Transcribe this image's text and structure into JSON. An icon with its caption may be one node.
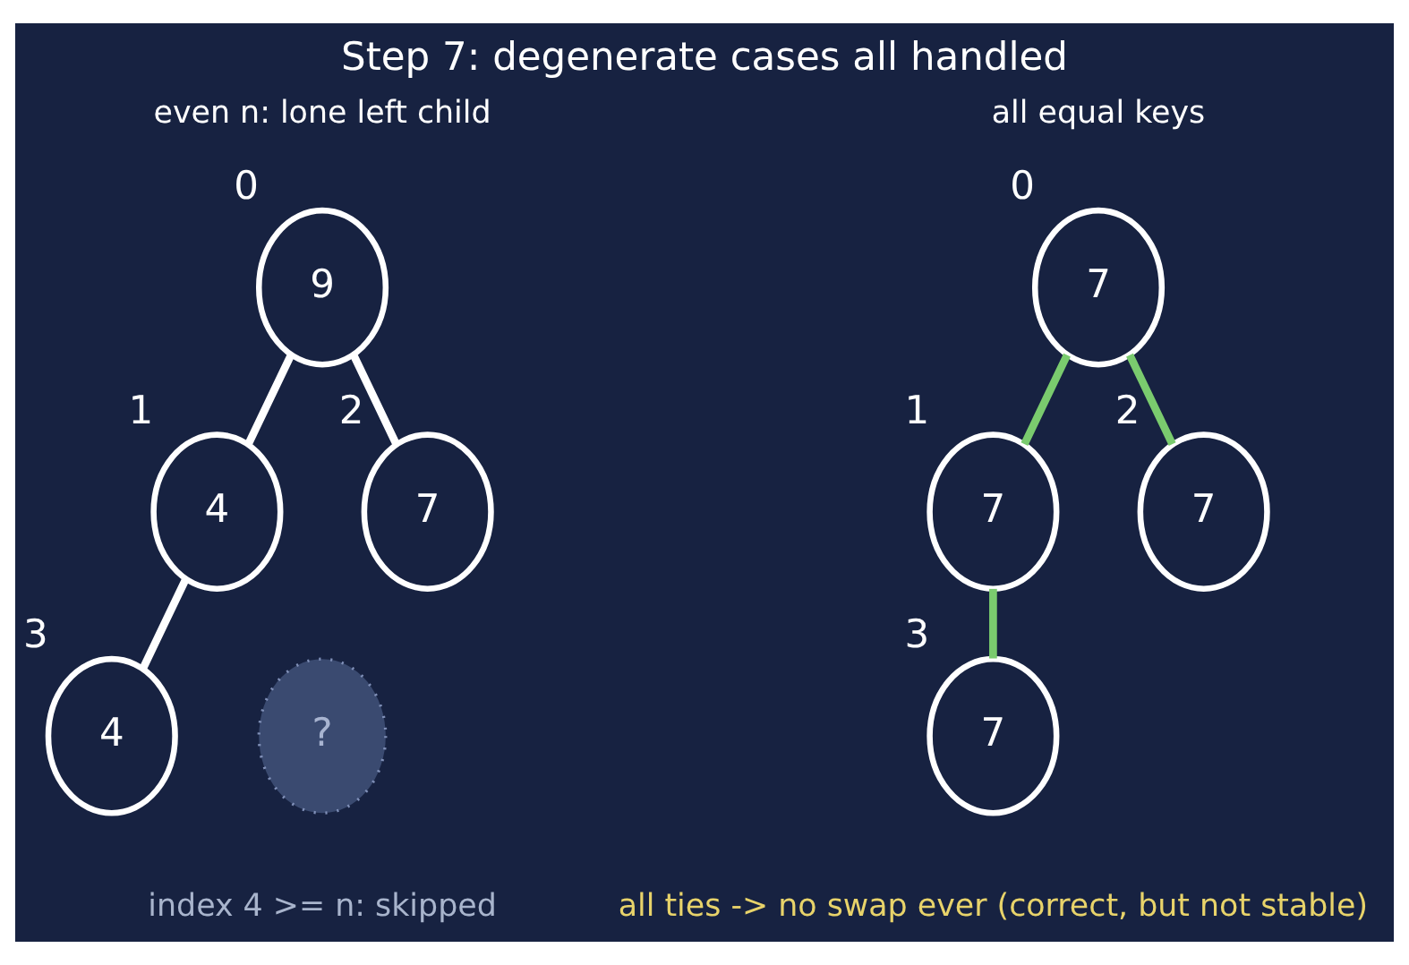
{
  "diagram": {
    "title": "Step 7: degenerate cases all handled",
    "nodes": [
      {
        "text": [
          "9"
        ],
        "beside": [
          "0"
        ]
      },
      {
        "text": [
          "4"
        ],
        "beside": [
          "1"
        ]
      },
      {
        "text": [
          "7"
        ],
        "beside": [
          "2"
        ]
      },
      {
        "text": [
          "4"
        ],
        "beside": [
          "3"
        ]
      },
      {
        "text": [
          "?"
        ]
      },
      {
        "text": [
          "7"
        ],
        "beside": [
          "0"
        ]
      },
      {
        "text": [
          "7"
        ],
        "beside": [
          "1"
        ]
      },
      {
        "text": [
          "7"
        ],
        "beside": [
          "2"
        ]
      },
      {
        "text": [
          "7"
        ],
        "beside": [
          "3"
        ]
      }
    ],
    "edges": [
      {
        "from": 0,
        "to": 1,
        "arrow": "none"
      },
      {
        "from": 0,
        "to": 2,
        "arrow": "none"
      },
      {
        "from": 1,
        "to": 3,
        "arrow": "none"
      },
      {
        "from": 5,
        "to": 6,
        "arrow": "none",
        "color": "#7acb6e"
      },
      {
        "from": 5,
        "to": 7,
        "arrow": "none",
        "color": "#7acb6e"
      },
      {
        "from": 6,
        "to": 8,
        "arrow": "none",
        "color": "#7acb6e"
      }
    ],
    "labels": [
      "even n: lone left child",
      "all equal keys",
      "index 4 >= n: skipped",
      "all ties -> no swap ever (correct, but not stable)"
    ]
  }
}
